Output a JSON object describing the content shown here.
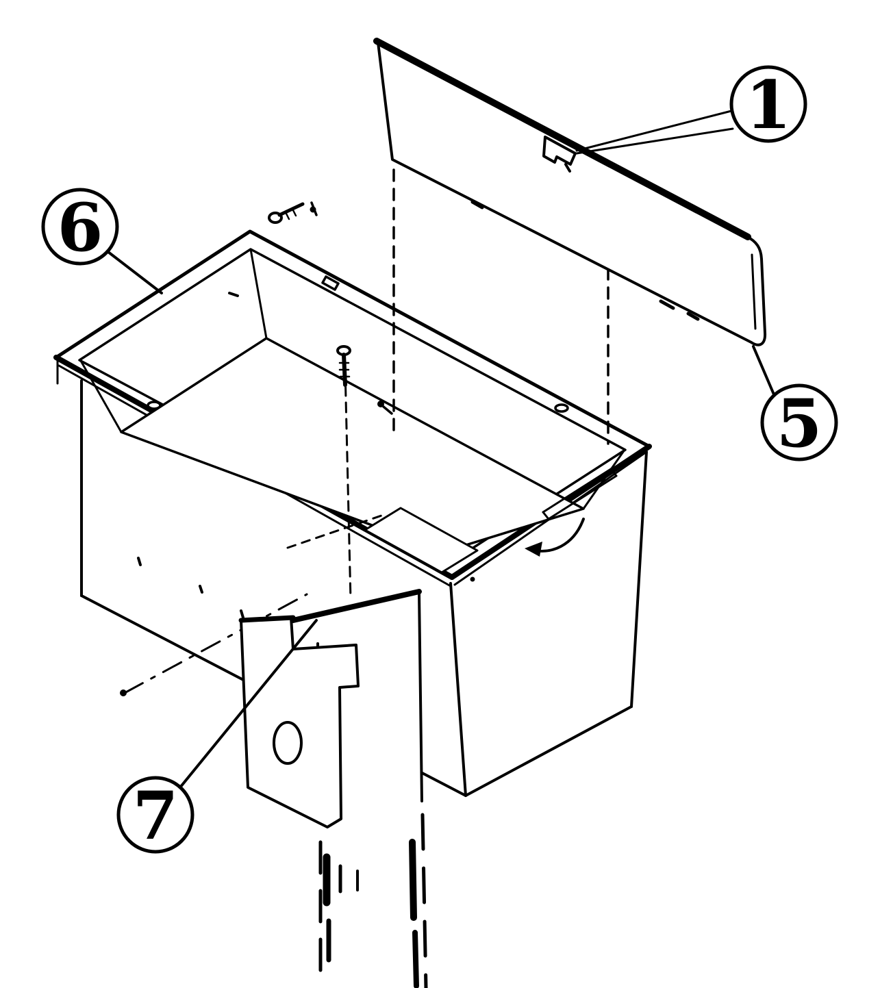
{
  "diagram": {
    "kind": "exploded-parts-diagram",
    "style": {
      "ink": "#000000",
      "paper": "#ffffff"
    },
    "callouts": [
      {
        "id": "callout-1",
        "label": "1"
      },
      {
        "id": "callout-6",
        "label": "6"
      },
      {
        "id": "callout-5",
        "label": "5"
      },
      {
        "id": "callout-7",
        "label": "7"
      }
    ]
  }
}
